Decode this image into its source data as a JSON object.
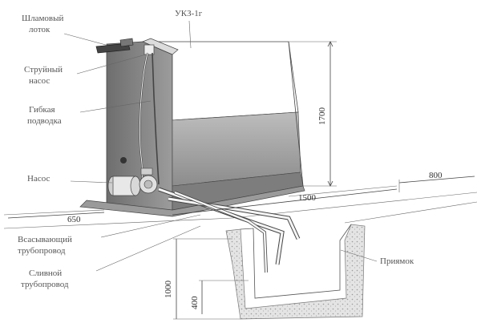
{
  "labels": {
    "tray": [
      "Шламовый",
      "лоток"
    ],
    "title": "УКЗ-1г",
    "jet_pump": [
      "Струйный",
      "насос"
    ],
    "hose": [
      "Гибкая",
      "подводка"
    ],
    "pump": "Насос",
    "suction": [
      "Всасывающий",
      "трубопровод"
    ],
    "drain": [
      "Сливной",
      "трубопровод"
    ],
    "pit": "Приямок"
  },
  "dimensions": {
    "height": "1700",
    "length": "1500",
    "width": "650",
    "pit_width": "800",
    "pit_depth": "1000",
    "pit_bottom": "400"
  },
  "colors": {
    "line": "#444444",
    "tank_face": "#9a9a9a",
    "tank_side": "#7a7a7a",
    "soil": "#cfcfcf"
  }
}
